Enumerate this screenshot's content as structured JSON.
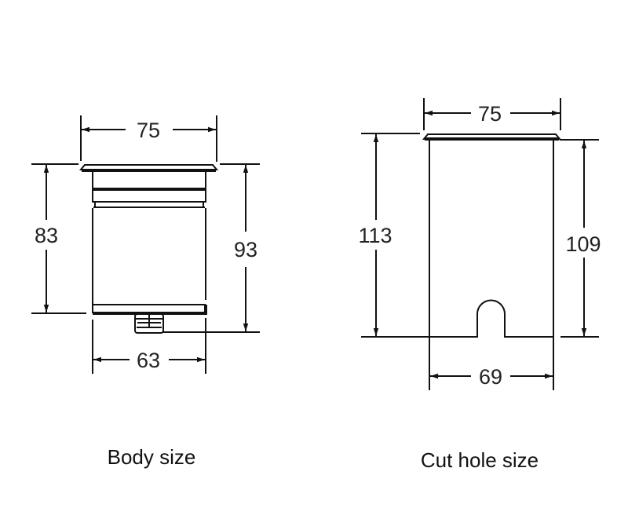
{
  "diagram": {
    "type": "technical-dimension-drawing",
    "units": "mm",
    "colors": {
      "line": "#111111",
      "text": "#222222",
      "background": "#ffffff"
    }
  },
  "body_view": {
    "caption": "Body size",
    "dimensions": {
      "top_width": "75",
      "bottom_width": "63",
      "height_body": "83",
      "height_total": "93"
    }
  },
  "cut_hole_view": {
    "caption": "Cut hole size",
    "dimensions": {
      "top_width": "75",
      "bottom_width": "69",
      "height_total": "113",
      "height_hole": "109"
    }
  }
}
